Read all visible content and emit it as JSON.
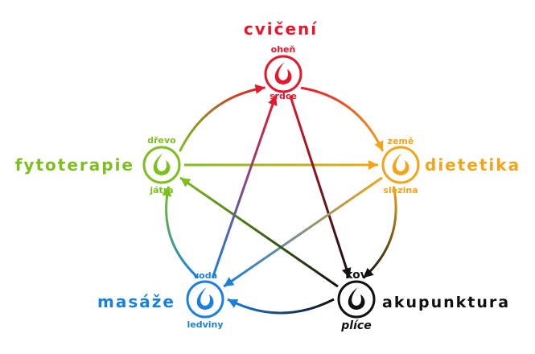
{
  "diagram": {
    "nodes": [
      {
        "id": "fire",
        "element": "oheň",
        "organ": "srdce",
        "therapy": "cvičení",
        "color": "#e3182d"
      },
      {
        "id": "earth",
        "element": "země",
        "organ": "slezina",
        "therapy": "dietetika",
        "color": "#f2a51a"
      },
      {
        "id": "metal",
        "element": "kov",
        "organ": "plíce",
        "therapy": "akupunktura",
        "color": "#111111"
      },
      {
        "id": "water",
        "element": "voda",
        "organ": "ledviny",
        "therapy": "masáže",
        "color": "#1b7fe0"
      },
      {
        "id": "wood",
        "element": "dřevo",
        "organ": "játra",
        "therapy": "fytoterapie",
        "color": "#7cbf1f"
      }
    ],
    "generating_cycle": [
      [
        "wood",
        "fire"
      ],
      [
        "fire",
        "earth"
      ],
      [
        "earth",
        "metal"
      ],
      [
        "metal",
        "water"
      ],
      [
        "water",
        "wood"
      ]
    ],
    "controlling_cycle": [
      [
        "wood",
        "earth"
      ],
      [
        "fire",
        "metal"
      ],
      [
        "earth",
        "water"
      ],
      [
        "metal",
        "wood"
      ],
      [
        "water",
        "fire"
      ]
    ],
    "icon": "leaf-drop-icon"
  }
}
